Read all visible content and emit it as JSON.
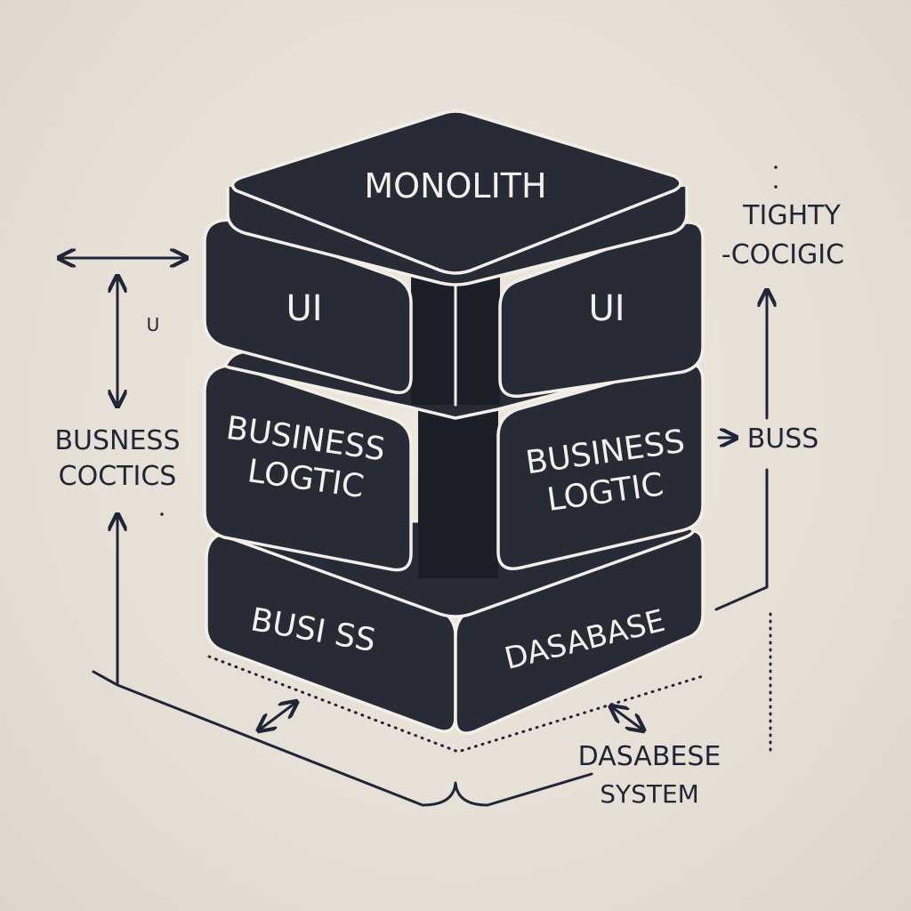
{
  "stack": {
    "top_label": "MONOLITH",
    "ui_left": "UI",
    "ui_right": "UI",
    "logic_left_line1": "BUSINESS",
    "logic_left_line2": "LOGTIC",
    "logic_right_line1": "BUSINESS",
    "logic_right_line2": "LOGTIC",
    "base_left": "BUSI SS",
    "base_right": "DASABASE"
  },
  "annotations": {
    "left_u": "U",
    "left_line1": "BUSNESS",
    "left_line2": "COCTICS",
    "right_top_line1": "TIGHTY",
    "right_top_line2": "-COCIGIC",
    "right_mid": "BUSS",
    "bottom_line1": "DASABESE",
    "bottom_line2": "SYSTEM"
  },
  "colors": {
    "background": "#e8e1d8",
    "block": "#262b36",
    "outline": "#f3efe8",
    "ink": "#1f2638"
  }
}
